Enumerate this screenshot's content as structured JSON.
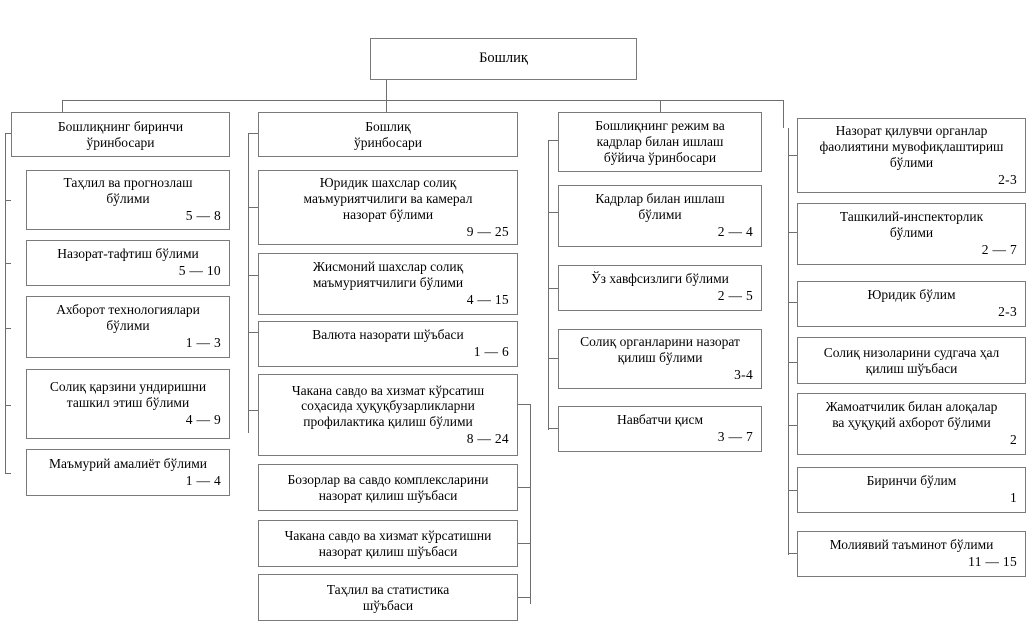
{
  "diagram": {
    "title_box": {
      "label": "Бошлиқ"
    },
    "columns": [
      {
        "name": "first-deputy-column",
        "head": {
          "label": "Бошлиқнинг биринчи\nўринбосари",
          "num": ""
        },
        "items": [
          {
            "label": "Таҳлил ва прогнозлаш\nбўлими",
            "num": "5 — 8"
          },
          {
            "label": "Назорат-тафтиш бўлими",
            "num": "5 — 10"
          },
          {
            "label": "Ахборот технологиялари\nбўлими",
            "num": "1 — 3"
          },
          {
            "label": "Солиқ қарзини ундиришни\nташкил этиш бўлими",
            "num": "4 — 9"
          },
          {
            "label": "Маъмурий амалиёт бўлими",
            "num": "1 — 4"
          }
        ]
      },
      {
        "name": "deputy-column",
        "head": {
          "label": "Бошлиқ\nўринбосари",
          "num": ""
        },
        "items": [
          {
            "label": "Юридик шахслар солиқ\nмаъмуриятчилиги ва камерал\nназорат бўлими",
            "num": "9 — 25"
          },
          {
            "label": "Жисмоний шахслар солиқ\nмаъмуриятчилиги бўлими",
            "num": "4 — 15"
          },
          {
            "label": "Валюта назорати шўъбаси",
            "num": "1 — 6"
          },
          {
            "label": "Чакана савдо ва хизмат кўрсатиш\nсоҳасида ҳуқуқбузарликларни\nпрофилактика қилиш бўлими",
            "num": "8 — 24"
          },
          {
            "label": "Бозорлар ва савдо комплексларини\nназорат қилиш шўъбаси",
            "num": ""
          },
          {
            "label": "Чакана савдо ва хизмат кўрсатишни\nназорат қилиш шўъбаси",
            "num": ""
          },
          {
            "label": "Таҳлил ва статистика\nшўъбаси",
            "num": ""
          }
        ]
      },
      {
        "name": "regime-staff-deputy-column",
        "head": {
          "label": "Бошлиқнинг режим ва\nкадрлар билан ишлаш\nбўйича ўринбосари",
          "num": ""
        },
        "items": [
          {
            "label": "Кадрлар билан ишлаш\nбўлими",
            "num": "2 — 4"
          },
          {
            "label": "Ўз хавфсизлиги бўлими",
            "num": "2 — 5"
          },
          {
            "label": "Солиқ органларини назорат\nқилиш бўлими",
            "num": "3-4"
          },
          {
            "label": "Навбатчи қисм",
            "num": "3 — 7"
          }
        ]
      },
      {
        "name": "coordination-column",
        "head": {
          "label": "Назорат қилувчи органлар\nфаолиятини мувофиқлаштириш\nбўлими",
          "num": "2-3"
        },
        "items": [
          {
            "label": "Ташкилий-инспекторлик\nбўлими",
            "num": "2 — 7"
          },
          {
            "label": "Юридик бўлим",
            "num": "2-3"
          },
          {
            "label": "Солиқ низоларини судгача ҳал\nқилиш шўъбаси",
            "num": ""
          },
          {
            "label": "Жамоатчилик билан алоқалар\nва ҳуқуқий ахборот бўлими",
            "num": "2"
          },
          {
            "label": "Биринчи бўлим",
            "num": "1"
          },
          {
            "label": "Молиявий таъминот бўлими",
            "num": "11 — 15"
          }
        ]
      }
    ]
  },
  "colors": {
    "border": "#7a7a7a",
    "line": "#6f6f6f",
    "background": "#ffffff"
  }
}
